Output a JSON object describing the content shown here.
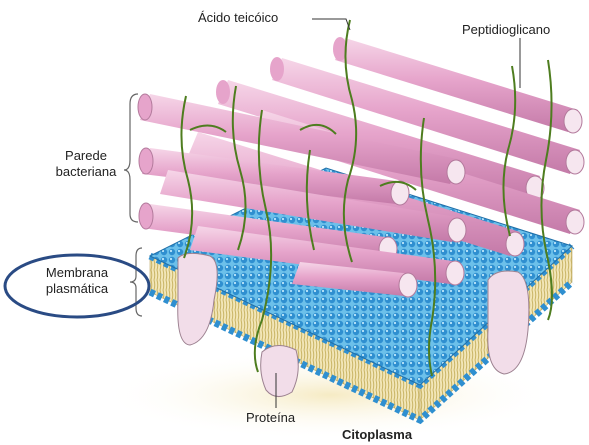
{
  "labels": {
    "teichoic_acid": "Ácido teicóico",
    "peptidoglycan": "Peptidioglicano",
    "cell_wall_line1": "Parede",
    "cell_wall_line2": "bacteriana",
    "membrane_line1": "Membrana",
    "membrane_line2": "plasmática",
    "protein": "Proteína",
    "cytoplasm": "Citoplasma"
  },
  "colors": {
    "rod": "#e8a8cf",
    "rod_highlight": "#f7d8ea",
    "rod_shadow": "#c67eab",
    "membrane_head": "#2f8fd0",
    "membrane_top": "#6fc3ec",
    "membrane_tail": "#e8d79a",
    "teichoic_acid_strand": "#4e7d1f",
    "protein": "#f0dde8",
    "highlight_ellipse": "#2a4b84"
  }
}
